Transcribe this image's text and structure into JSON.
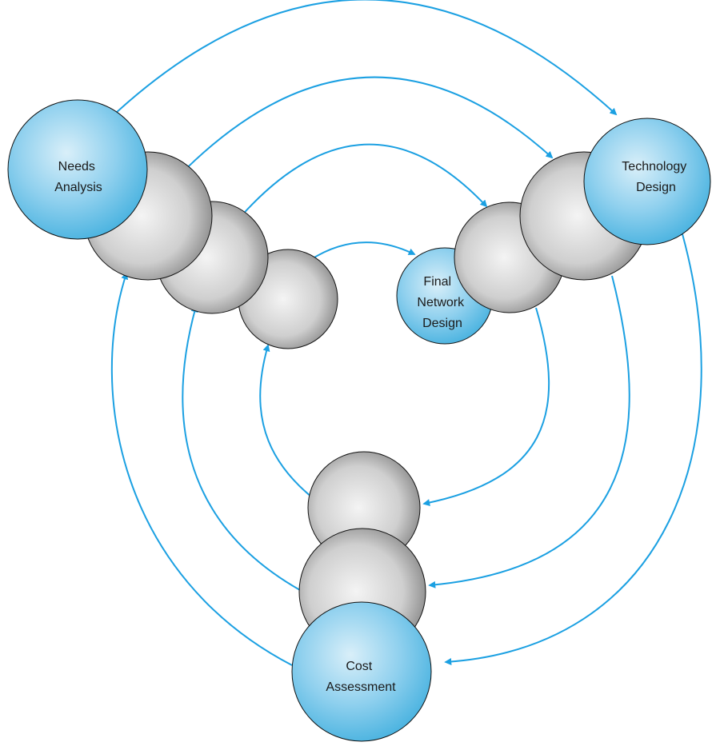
{
  "diagram": {
    "colors": {
      "arrow": "#1ba0e2",
      "blue_light": "#d9eff9",
      "blue_mid": "#8fd0ee",
      "blue_dark": "#4ab3e0",
      "gray_light": "#f4f4f4",
      "gray_mid": "#cfcfcf",
      "gray_dark": "#7d7d7d",
      "outline": "#111111"
    },
    "nodes": {
      "needs": {
        "line1": "Needs",
        "line2": "Analysis"
      },
      "technology": {
        "line1": "Technology",
        "line2": "Design"
      },
      "final": {
        "line1": "Final",
        "line2": "Network",
        "line3": "Design"
      },
      "cost": {
        "line1": "Cost",
        "line2": "Assessment"
      }
    }
  }
}
